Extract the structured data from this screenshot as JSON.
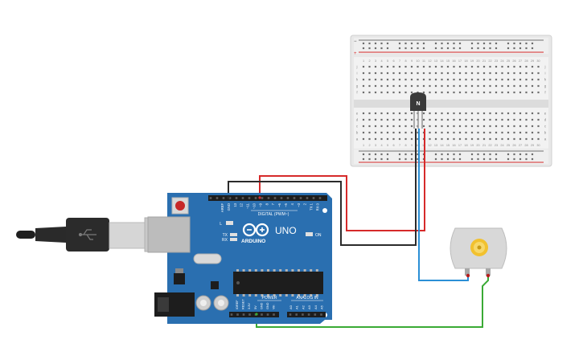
{
  "breadboard": {
    "column_numbers": [
      "1",
      "2",
      "3",
      "4",
      "5",
      "6",
      "7",
      "8",
      "9",
      "10",
      "11",
      "12",
      "13",
      "14",
      "15",
      "16",
      "17",
      "18",
      "19",
      "20",
      "21",
      "22",
      "23",
      "24",
      "25",
      "26",
      "27",
      "28",
      "29",
      "30"
    ],
    "row_letters_top": [
      "j",
      "i",
      "h",
      "g",
      "f"
    ],
    "row_letters_bottom": [
      "e",
      "d",
      "c",
      "b",
      "a"
    ],
    "rail_minus": "−",
    "rail_plus": "+"
  },
  "transistor": {
    "label": "N"
  },
  "arduino": {
    "logo_text": "ARDUINO",
    "model": "UNO",
    "digital_label": "DIGITAL (PWM~)",
    "power_label": "POWER",
    "analog_label": "ANALOG IN",
    "led_on": "ON",
    "led_l": "L",
    "led_tx": "TX",
    "led_rx": "RX",
    "digital_pins": [
      "AREF",
      "GND",
      "13",
      "12",
      "~11",
      "~10",
      "~9",
      "8",
      "7",
      "~6",
      "~5",
      "4",
      "~3",
      "2",
      "TX 1",
      "RX 0"
    ],
    "power_pins": [
      "IOREF",
      "RESET",
      "3.3V",
      "5V",
      "GND",
      "GND",
      "Vin"
    ],
    "analog_pins": [
      "A0",
      "A1",
      "A2",
      "A3",
      "A4",
      "A5"
    ]
  },
  "colors": {
    "board": "#2a6fb0",
    "wire_red": "#d62a2a",
    "wire_black": "#2b2b2b",
    "wire_blue": "#2b8fd6",
    "wire_green": "#3aaa35",
    "breadboard": "#e9e9e9",
    "motor_body": "#d9d9d9",
    "motor_gear": "#f2c12e"
  }
}
